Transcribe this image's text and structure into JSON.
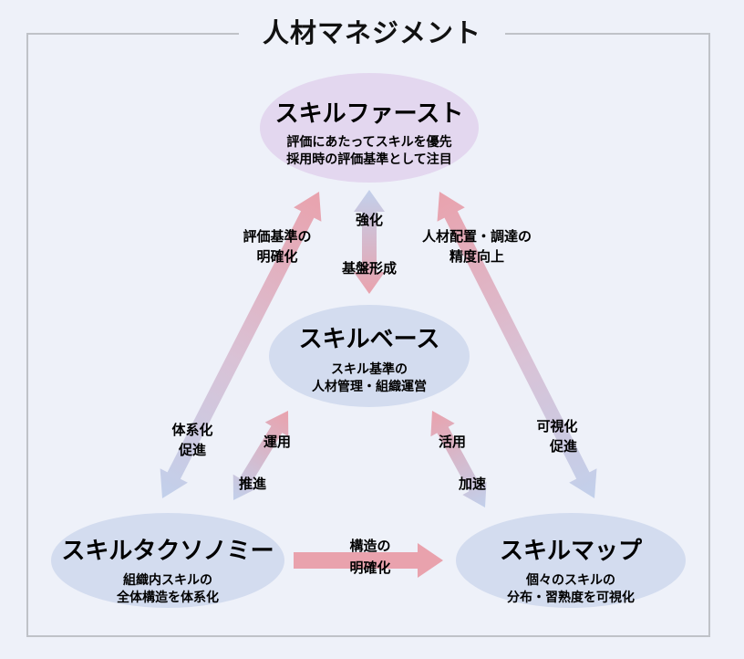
{
  "title": "人材マネジメント",
  "nodes": {
    "skill_first": {
      "title": "スキルファースト",
      "desc": [
        "評価にあたってスキルを優先",
        "採用時の評価基準として注目"
      ]
    },
    "skill_base": {
      "title": "スキルベース",
      "desc": [
        "スキル基準の",
        "人材管理・組織運営"
      ]
    },
    "taxonomy": {
      "title": "スキルタクソノミー",
      "desc": [
        "組織内スキルの",
        "全体構造を体系化"
      ]
    },
    "skill_map": {
      "title": "スキルマップ",
      "desc": [
        "個々のスキルの",
        "分布・習熟度を可視化"
      ]
    }
  },
  "labels": {
    "kyouka": "強化",
    "kiban": "基盤形成",
    "hyouka_1": "評価基準の",
    "hyouka_2": "明確化",
    "jinzai_1": "人材配置・調達の",
    "jinzai_2": "精度向上",
    "taikei_1": "体系化",
    "taikei_2": "促進",
    "kashika_1": "可視化",
    "kashika_2": "促進",
    "unyou": "運用",
    "suishin": "推進",
    "katsuyou": "活用",
    "kasoku": "加速",
    "kouzou_1": "構造の",
    "kouzou_2": "明確化"
  },
  "colors": {
    "pink": "#e9a2ad",
    "blue": "#c2d0eb",
    "purple_node": "#e3d7ef",
    "blue_node": "#d3dcef",
    "background": "#eef1f9",
    "frame": "#bfc2c8"
  }
}
